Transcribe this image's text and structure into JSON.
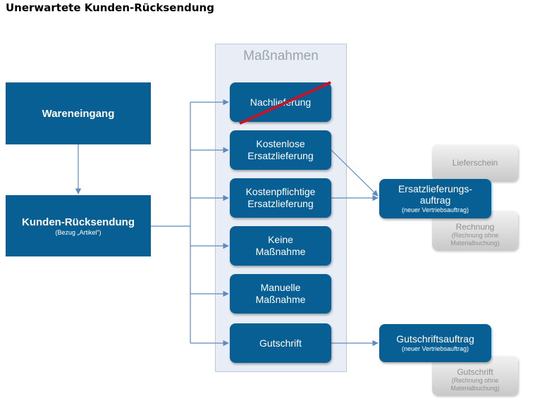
{
  "title": "Unerwartete Kunden-Rücksendung",
  "panel": {
    "title": "Maßnahmen"
  },
  "left": {
    "wareneingang": "Wareneingang",
    "ruecksendung": {
      "title": "Kunden-Rücksendung",
      "sub": "(Bezug „Artikel“)"
    }
  },
  "measures": [
    {
      "line1": "Nachlieferung",
      "line2": "",
      "crossed": true
    },
    {
      "line1": "Kostenlose",
      "line2": "Ersatzlieferung"
    },
    {
      "line1": "Kostenpflichtige",
      "line2": "Ersatzlieferung"
    },
    {
      "line1": "Keine",
      "line2": "Maßnahme"
    },
    {
      "line1": "Manuelle",
      "line2": "Maßnahme"
    },
    {
      "line1": "Gutschrift",
      "line2": ""
    }
  ],
  "results": {
    "ersatz": {
      "line1": "Ersatzlieferungs-",
      "line2": "auftrag",
      "sub": "(neuer Vertriebsauftrag)"
    },
    "gutschrift": {
      "line1": "Gutschriftsauftrag",
      "sub": "(neuer Vertriebsauftrag)"
    }
  },
  "docs": {
    "lieferschein": "Lieferschein",
    "rechnung": {
      "line1": "Rechnung",
      "line2": "(Rechnung ohne",
      "line3": "Materialbuchung)"
    },
    "gutschrift": {
      "line1": "Gutschrift",
      "line2": "(Rechnung ohne",
      "line3": "Materialbuchung)"
    }
  },
  "colors": {
    "box": "#085f93",
    "line": "#5d8bbd",
    "strike": "#c0152a",
    "panel": "#e9eef6"
  }
}
